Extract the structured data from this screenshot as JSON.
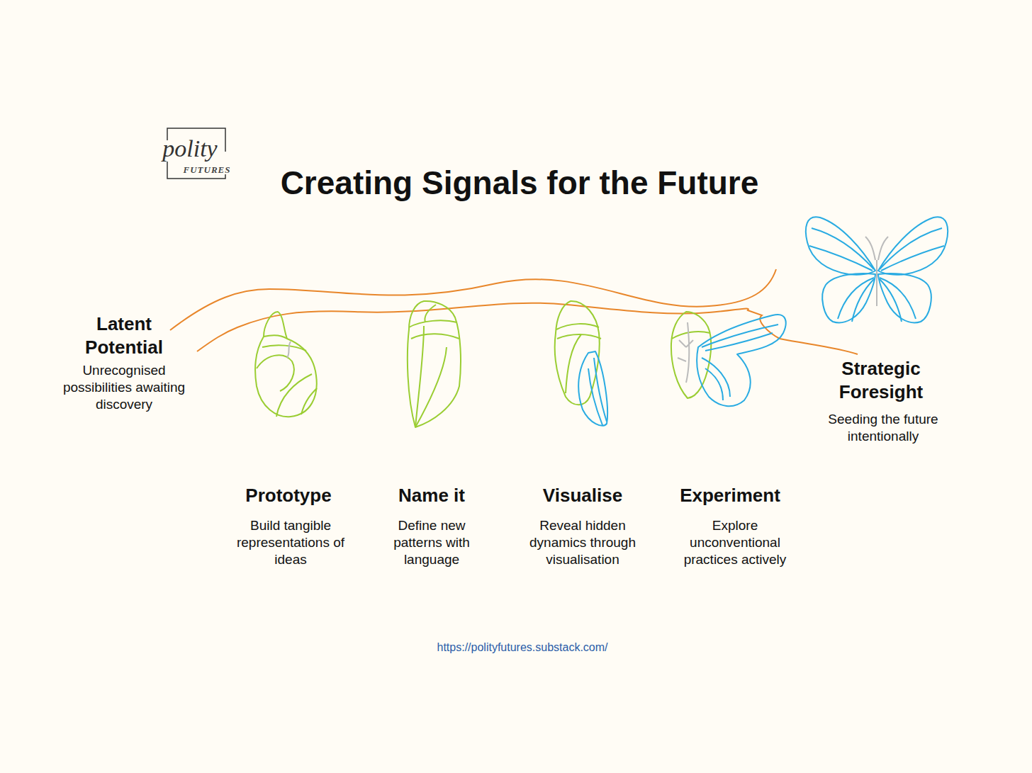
{
  "diagram": {
    "title": "Creating Signals for the Future",
    "labels": [
      "polity",
      "FUTURES",
      "Latent Potential",
      "Unrecognised possibilities awaiting discovery",
      "Prototype",
      "Build tangible representations of ideas",
      "Name it",
      "Define new patterns with language",
      "Visualise",
      "Reveal hidden dynamics through visualisation",
      "Experiment",
      "Explore unconventional practices actively",
      "Strategic Foresight",
      "Seeding the future intentionally",
      "https://polityfutures.substack.com/"
    ]
  }
}
